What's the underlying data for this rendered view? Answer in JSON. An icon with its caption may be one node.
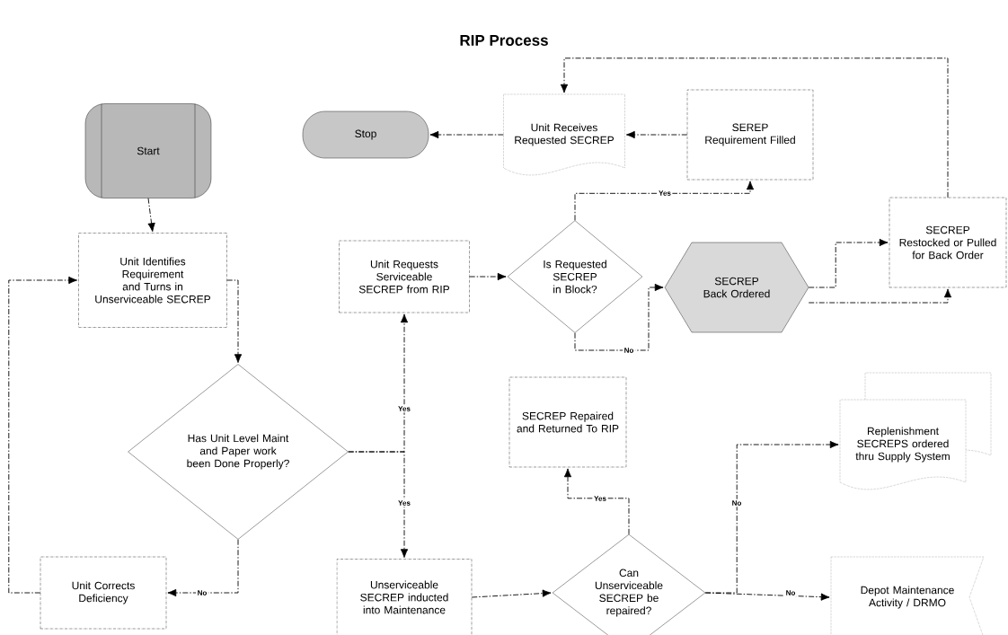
{
  "diagram": {
    "title": "RIP Process",
    "nodes": [
      {
        "text": [
          "Start"
        ]
      },
      {
        "text": [
          "Stop"
        ]
      },
      {
        "text": [
          "Unit Receives Requested SECREP"
        ]
      },
      {
        "text": [
          "SEREP Requirement Filled"
        ]
      },
      {
        "text": [
          "Unit Identifies Requirement and Turns in Unserviceable SECREP"
        ]
      },
      {
        "text": [
          "Unit Requests Serviceable SECREP from RIP"
        ]
      },
      {
        "text": [
          "Is Requested SECREP in Block?"
        ]
      },
      {
        "text": [
          "SECREP Back Ordered"
        ]
      },
      {
        "text": [
          "SECREP Restocked or Pulled for Back Order"
        ]
      },
      {
        "text": [
          "SECREP Repaired and Returned To RIP"
        ]
      },
      {
        "text": [
          "Replenishment SECREPS ordered thru Supply System"
        ]
      },
      {
        "text": [
          "Has Unit Level Maint and Paper work been Done Properly?"
        ]
      },
      {
        "text": [
          "Unit Corrects Deficiency"
        ]
      },
      {
        "text": [
          "Unserviceable SECREP inducted into Maintenance"
        ]
      },
      {
        "text": [
          "Can Unserviceable SECREP be repaired?"
        ]
      },
      {
        "text": [
          "Depot Maintenance Activity / DRMO"
        ]
      }
    ],
    "edges": [
      {
        "from": 0,
        "to": 4,
        "arrow": "to"
      },
      {
        "from": 3,
        "to": 2,
        "arrow": "to"
      },
      {
        "from": 2,
        "to": 1,
        "arrow": "to"
      },
      {
        "from": 8,
        "to": 2,
        "arrow": "to"
      },
      {
        "from": 4,
        "to": 11,
        "arrow": "to"
      },
      {
        "from": 11,
        "to": 12,
        "arrow": "to",
        "label": "No"
      },
      {
        "from": 12,
        "to": 4,
        "arrow": "to"
      },
      {
        "from": 11,
        "to": 5,
        "arrow": "to",
        "label": "Yes"
      },
      {
        "from": 11,
        "to": 13,
        "arrow": "to",
        "label": "Yes"
      },
      {
        "from": 5,
        "to": 6,
        "arrow": "to"
      },
      {
        "from": 6,
        "to": 3,
        "arrow": "to",
        "label": "Yes"
      },
      {
        "from": 6,
        "to": 7,
        "arrow": "to",
        "label": "No"
      },
      {
        "from": 7,
        "to": 8,
        "arrow": "to"
      },
      {
        "from": 7,
        "to": 8,
        "arrow": "to"
      },
      {
        "from": 13,
        "to": 14,
        "arrow": "to"
      },
      {
        "from": 14,
        "to": 9,
        "arrow": "to",
        "label": "Yes"
      },
      {
        "from": 14,
        "to": 15,
        "arrow": "to",
        "label": "No"
      },
      {
        "from": 14,
        "to": 10,
        "arrow": "to",
        "label": "No"
      }
    ]
  }
}
